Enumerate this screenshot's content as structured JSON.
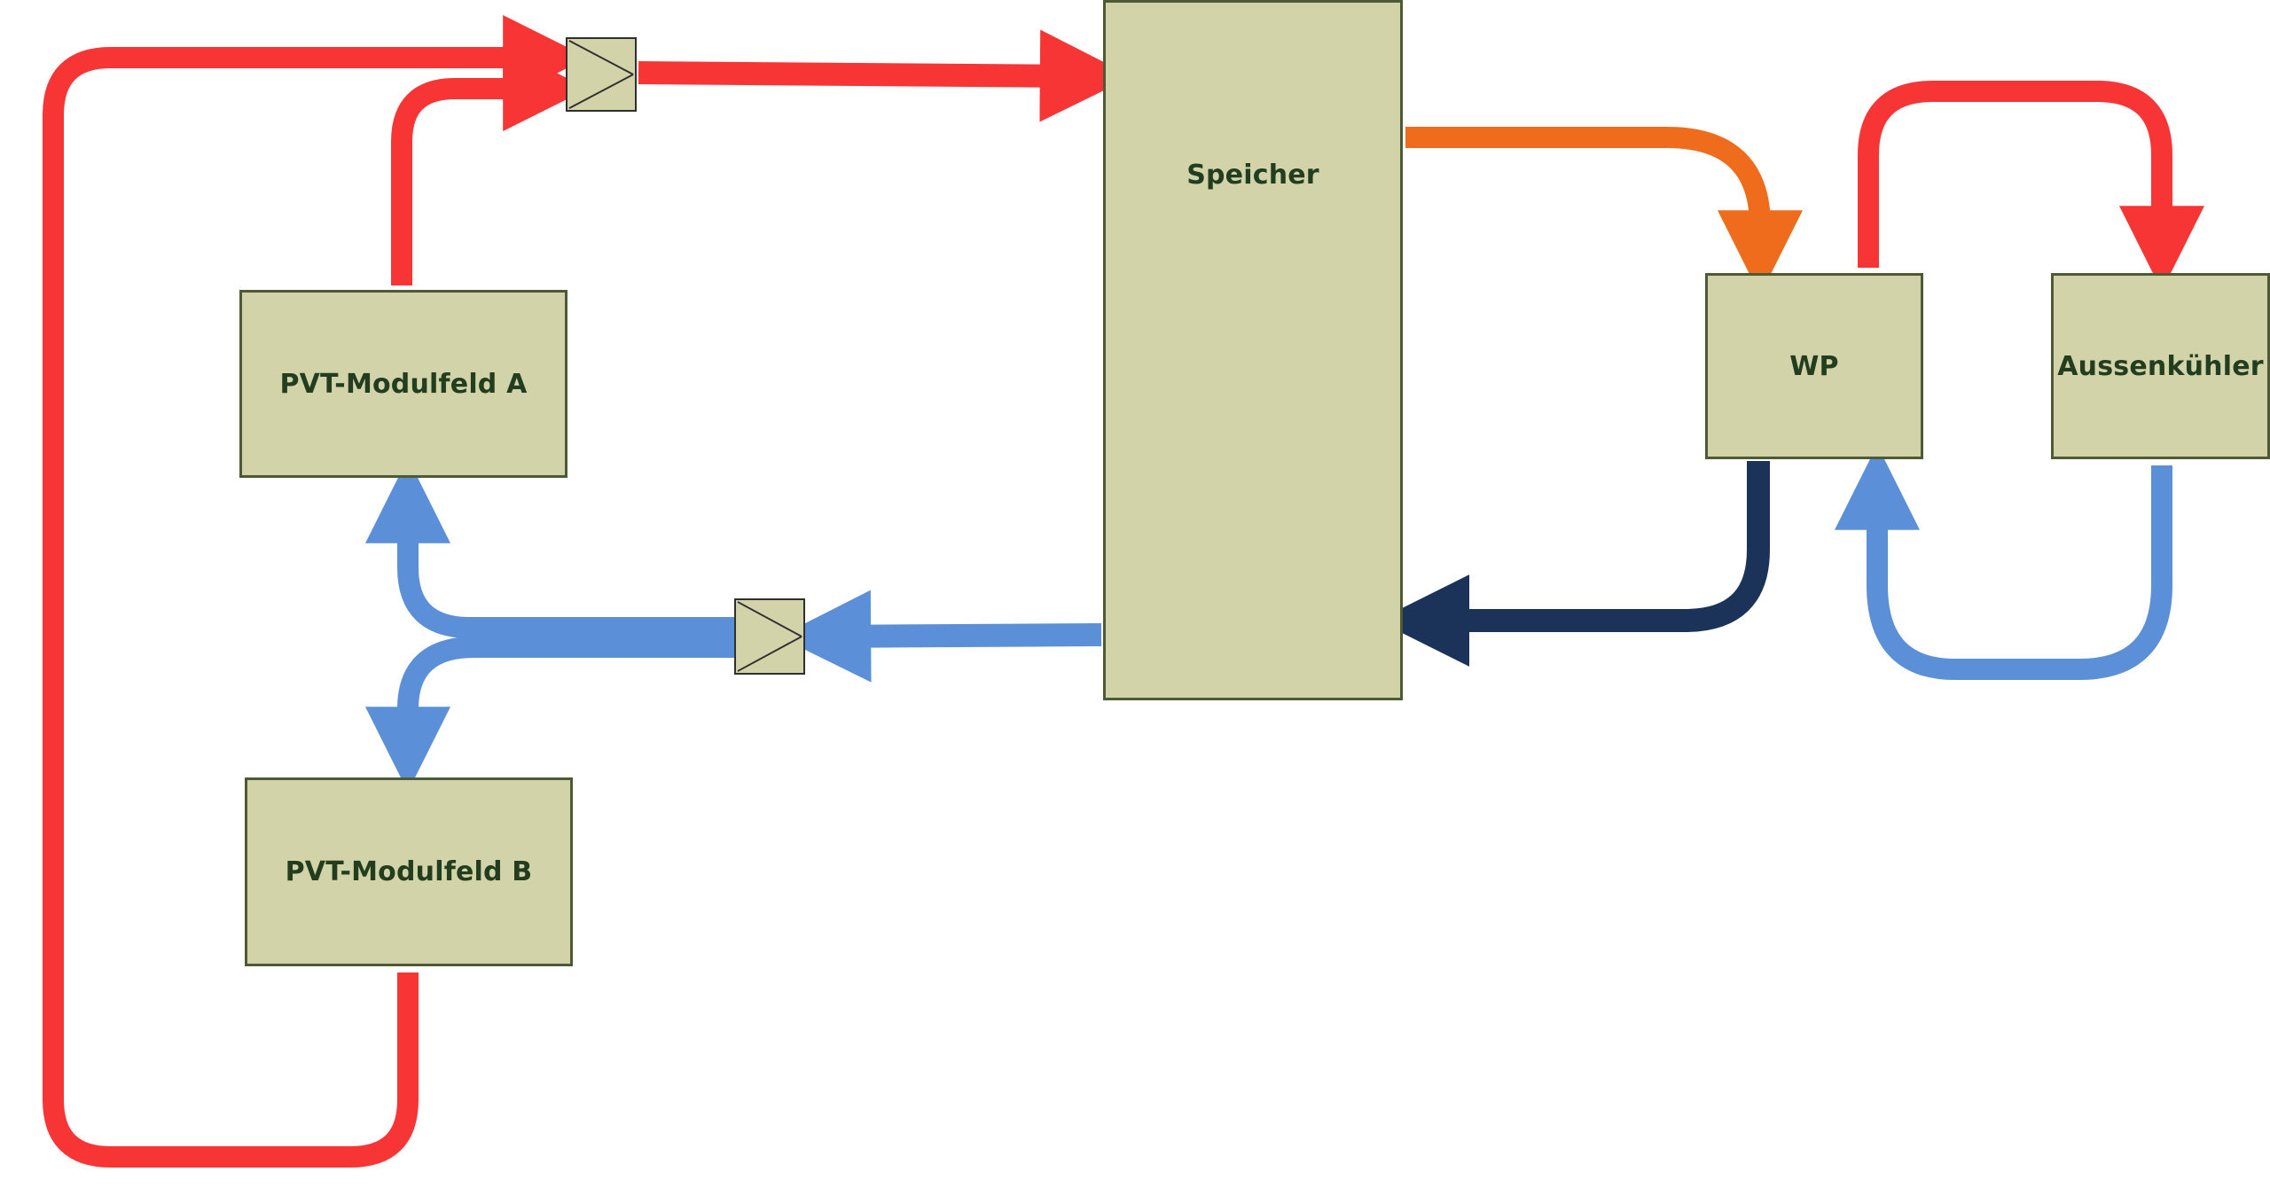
{
  "diagram": {
    "nodes": {
      "pvt_a": "PVT-Modulfeld A",
      "pvt_b": "PVT-Modulfeld B",
      "speicher": "Speicher",
      "wp": "WP",
      "aussen": "Aussenkühler"
    },
    "colors": {
      "hot": "#f73535",
      "cold": "#5b8fd8",
      "warm": "#f06c1d",
      "return_dark": "#1b3358",
      "box_fill": "#d2d3a9",
      "box_border": "#4e5a35",
      "label": "#233d1f"
    }
  }
}
